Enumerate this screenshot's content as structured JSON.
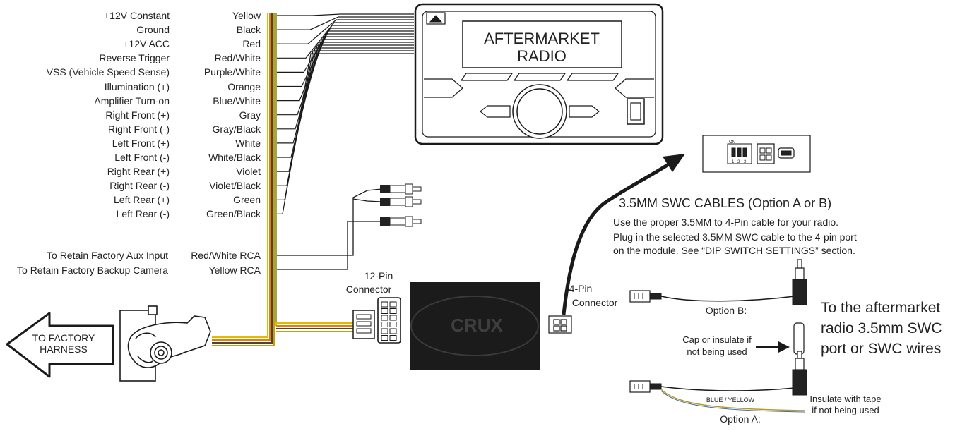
{
  "wires": [
    {
      "function": "+12V Constant",
      "color": "Yellow"
    },
    {
      "function": "Ground",
      "color": "Black"
    },
    {
      "function": "+12V ACC",
      "color": "Red"
    },
    {
      "function": "Reverse Trigger",
      "color": "Red/White"
    },
    {
      "function": "VSS (Vehicle Speed Sense)",
      "color": "Purple/White"
    },
    {
      "function": "Illumination (+)",
      "color": "Orange"
    },
    {
      "function": "Amplifier Turn-on",
      "color": "Blue/White"
    },
    {
      "function": "Right Front (+)",
      "color": "Gray"
    },
    {
      "function": "Right Front (-)",
      "color": "Gray/Black"
    },
    {
      "function": "Left Front (+)",
      "color": "White"
    },
    {
      "function": "Left Front (-)",
      "color": "White/Black"
    },
    {
      "function": "Right Rear (+)",
      "color": "Violet"
    },
    {
      "function": "Right Rear (-)",
      "color": "Violet/Black"
    },
    {
      "function": "Left Rear (+)",
      "color": "Green"
    },
    {
      "function": "Left Rear (-)",
      "color": "Green/Black"
    }
  ],
  "rca": [
    {
      "function": "To Retain Factory Aux Input",
      "color": "Red/White RCA"
    },
    {
      "function": "To Retain Factory Backup Camera",
      "color": "Yellow RCA"
    }
  ],
  "radio": {
    "line1": "AFTERMARKET",
    "line2": "RADIO"
  },
  "harness": {
    "line1": "TO FACTORY",
    "line2": "HARNESS"
  },
  "connector12": {
    "line1": "12-Pin",
    "line2": "Connector"
  },
  "connector4": {
    "line1": "4-Pin",
    "line2": "Connector"
  },
  "module": {
    "brand": "CRUX"
  },
  "dip": {
    "on_label": "ON",
    "switch_labels": [
      "1",
      "2",
      "3"
    ]
  },
  "swc": {
    "title": "3.5MM SWC CABLES (Option A or B)",
    "desc": [
      "Use the proper 3.5MM to 4-Pin cable for your radio.",
      "Plug in the selected 3.5MM SWC cable to the 4-pin port",
      "on the module. See “DIP SWITCH SETTINGS” section."
    ],
    "option_b": "Option B:",
    "option_a": "Option A:",
    "cap_note": [
      "Cap or insulate if",
      "not being used"
    ],
    "wire_label": "BLUE / YELLOW",
    "tape_note": [
      "Insulate with tape",
      "if not being used"
    ],
    "target": [
      "To the aftermarket",
      "radio 3.5mm SWC",
      "port or SWC wires"
    ]
  }
}
